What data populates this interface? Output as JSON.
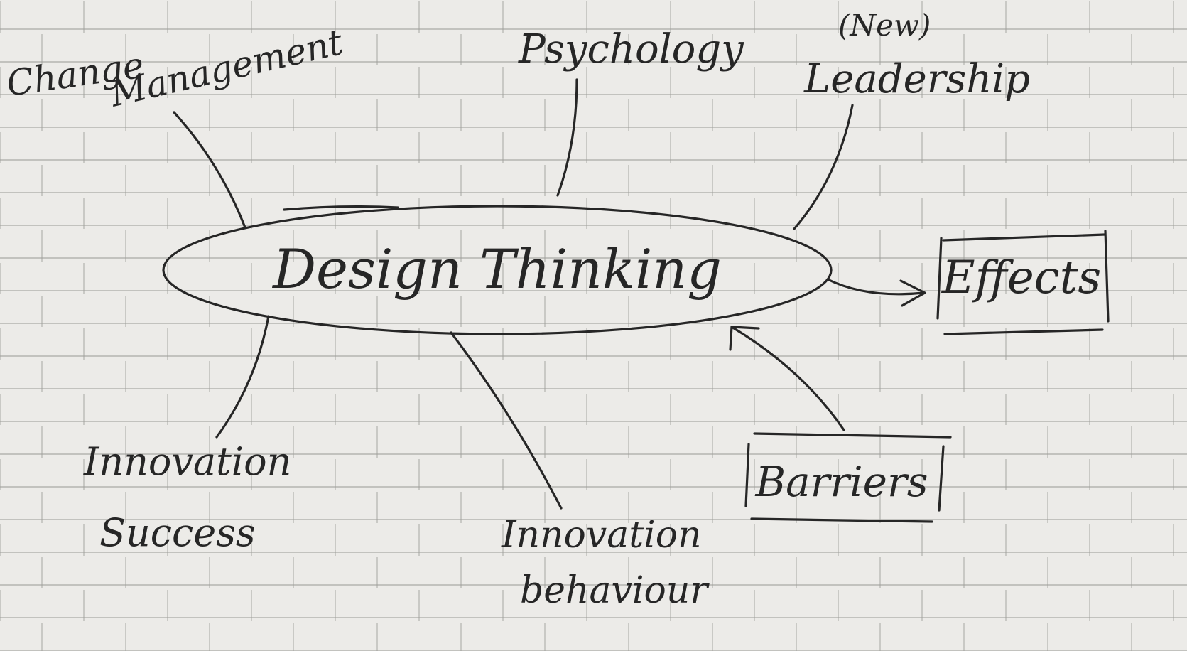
{
  "center": {
    "label": "Design Thinking"
  },
  "nodes": {
    "change_management_1": "Change",
    "change_management_2": "Management",
    "psychology": "Psychology",
    "new_leadership_1": "(New)",
    "new_leadership_2": "Leadership",
    "innovation_success_1": "Innovation",
    "innovation_success_2": "Success",
    "innovation_behaviour_1": "Innovation",
    "innovation_behaviour_2": "behaviour"
  },
  "boxes": {
    "effects": "Effects",
    "barriers": "Barriers"
  },
  "colors": {
    "ink": "#262626",
    "wall": "#ecebe8",
    "mortar": "#a0a09b"
  }
}
